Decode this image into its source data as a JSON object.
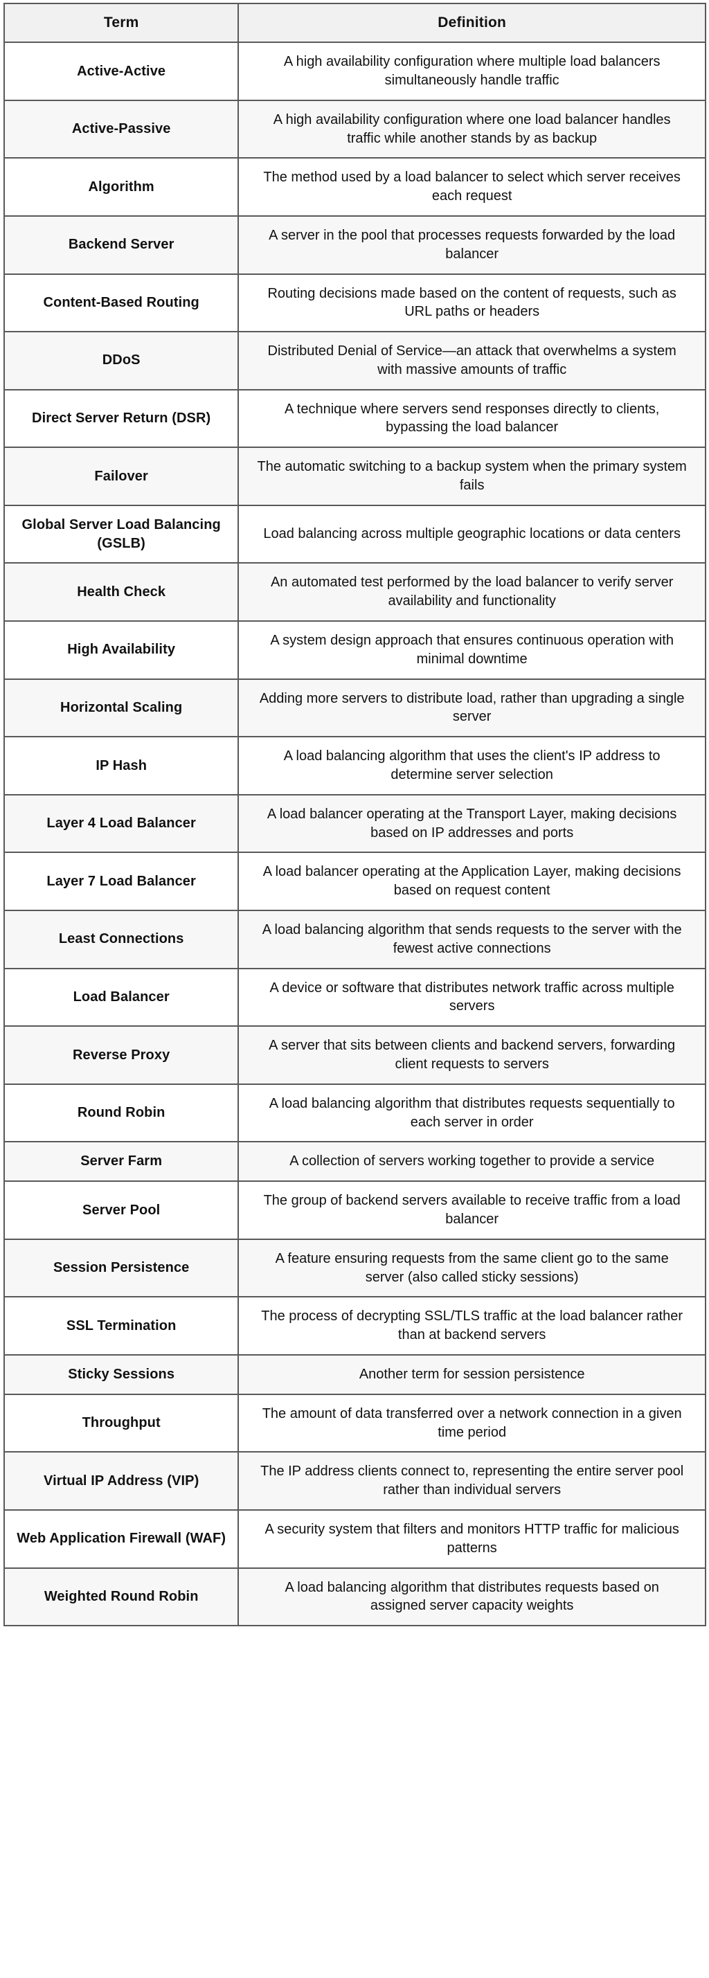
{
  "table": {
    "columns": [
      "Term",
      "Definition"
    ],
    "rows": [
      {
        "term": "Active-Active",
        "definition": "A high availability configuration where multiple load balancers simultaneously handle traffic"
      },
      {
        "term": "Active-Passive",
        "definition": "A high availability configuration where one load balancer handles traffic while another stands by as backup"
      },
      {
        "term": "Algorithm",
        "definition": "The method used by a load balancer to select which server receives each request"
      },
      {
        "term": "Backend Server",
        "definition": "A server in the pool that processes requests forwarded by the load balancer"
      },
      {
        "term": "Content-Based Routing",
        "definition": "Routing decisions made based on the content of requests, such as URL paths or headers"
      },
      {
        "term": "DDoS",
        "definition": "Distributed Denial of Service—an attack that overwhelms a system with massive amounts of traffic"
      },
      {
        "term": "Direct Server Return (DSR)",
        "definition": "A technique where servers send responses directly to clients, bypassing the load balancer"
      },
      {
        "term": "Failover",
        "definition": "The automatic switching to a backup system when the primary system fails"
      },
      {
        "term": "Global Server Load Balancing (GSLB)",
        "definition": "Load balancing across multiple geographic locations or data centers"
      },
      {
        "term": "Health Check",
        "definition": "An automated test performed by the load balancer to verify server availability and functionality"
      },
      {
        "term": "High Availability",
        "definition": "A system design approach that ensures continuous operation with minimal downtime"
      },
      {
        "term": "Horizontal Scaling",
        "definition": "Adding more servers to distribute load, rather than upgrading a single server"
      },
      {
        "term": "IP Hash",
        "definition": "A load balancing algorithm that uses the client's IP address to determine server selection"
      },
      {
        "term": "Layer 4 Load Balancer",
        "definition": "A load balancer operating at the Transport Layer, making decisions based on IP addresses and ports"
      },
      {
        "term": "Layer 7 Load Balancer",
        "definition": "A load balancer operating at the Application Layer, making decisions based on request content"
      },
      {
        "term": "Least Connections",
        "definition": "A load balancing algorithm that sends requests to the server with the fewest active connections"
      },
      {
        "term": "Load Balancer",
        "definition": "A device or software that distributes network traffic across multiple servers"
      },
      {
        "term": "Reverse Proxy",
        "definition": "A server that sits between clients and backend servers, forwarding client requests to servers"
      },
      {
        "term": "Round Robin",
        "definition": "A load balancing algorithm that distributes requests sequentially to each server in order"
      },
      {
        "term": "Server Farm",
        "definition": "A collection of servers working together to provide a service"
      },
      {
        "term": "Server Pool",
        "definition": "The group of backend servers available to receive traffic from a load balancer"
      },
      {
        "term": "Session Persistence",
        "definition": "A feature ensuring requests from the same client go to the same server (also called sticky sessions)"
      },
      {
        "term": "SSL Termination",
        "definition": "The process of decrypting SSL/TLS traffic at the load balancer rather than at backend servers"
      },
      {
        "term": "Sticky Sessions",
        "definition": "Another term for session persistence"
      },
      {
        "term": "Throughput",
        "definition": "The amount of data transferred over a network connection in a given time period"
      },
      {
        "term": "Virtual IP Address (VIP)",
        "definition": "The IP address clients connect to, representing the entire server pool rather than individual servers"
      },
      {
        "term": "Web Application Firewall (WAF)",
        "definition": "A security system that filters and monitors HTTP traffic for malicious patterns"
      },
      {
        "term": "Weighted Round Robin",
        "definition": "A load balancing algorithm that distributes requests based on assigned server capacity weights"
      }
    ]
  },
  "colors": {
    "header_background": "#f1f1f1",
    "row_background_odd": "#ffffff",
    "row_background_even": "#f7f7f7",
    "border": "#595959",
    "text": "#111111"
  }
}
